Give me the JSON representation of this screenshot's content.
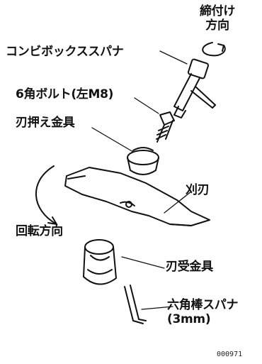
{
  "labels": {
    "tightening_direction_line1": "締付け",
    "tightening_direction_line2": "方向",
    "combo_box_spanner": "コンビボックススパナ",
    "hex_bolt": "6角ボルト(左M8)",
    "blade_holder": "刃押え金具",
    "blade": "刈刃",
    "rotation_direction": "回転方向",
    "blade_receiver": "刃受金具",
    "hex_key_line1": "六角棒スパナ",
    "hex_key_line2": "(3mm)"
  },
  "figure_code": "000971",
  "colors": {
    "ink": "#111111",
    "background": "#ffffff"
  }
}
